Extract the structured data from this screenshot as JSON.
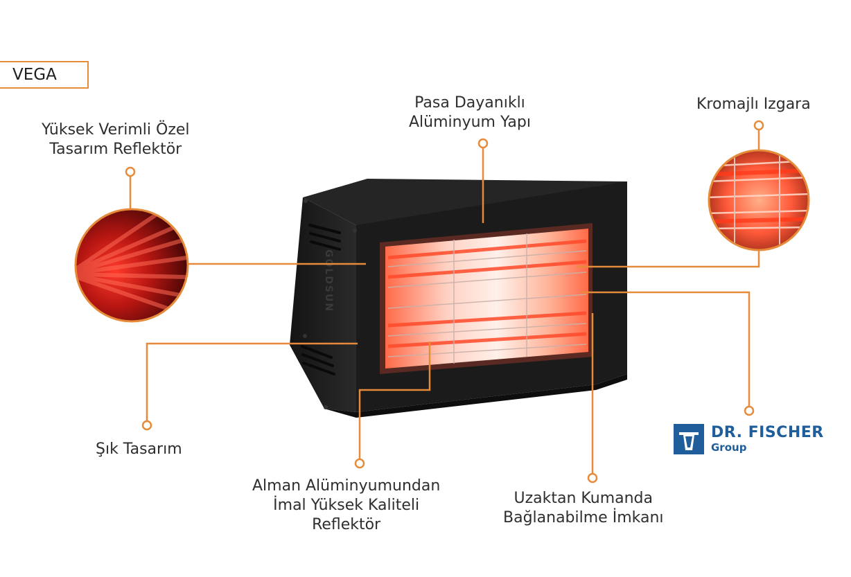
{
  "model": {
    "name": "VEGA"
  },
  "callouts": {
    "reflector": {
      "line1": "Yüksek Verimli Özel",
      "line2": "Tasarım Reflektör"
    },
    "frame": {
      "line1": "Pasa Dayanıklı",
      "line2": "Alüminyum Yapı"
    },
    "grille": {
      "line1": "Kromajlı Izgara"
    },
    "design": {
      "line1": "Şık Tasarım"
    },
    "german_reflector": {
      "line1": "Alman Alüminyumundan",
      "line2": "İmal Yüksek Kaliteli",
      "line3": "Reflektör"
    },
    "remote": {
      "line1": "Uzaktan Kumanda",
      "line2": "Bağlanabilme İmkanı"
    }
  },
  "device": {
    "side_brand": "GOLDSUN"
  },
  "logo": {
    "name": "DR. FISCHER",
    "sub": "Group"
  },
  "colors": {
    "accent": "#e58b3a",
    "logo_blue": "#1f5e9b",
    "heater_body": "#1a1a1a",
    "glow": "#ff5a3a"
  }
}
